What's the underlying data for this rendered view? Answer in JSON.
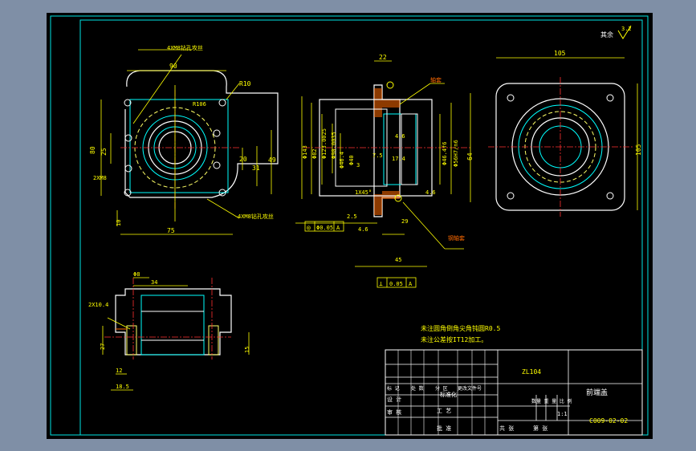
{
  "colors": {
    "background": "#7f8fa6",
    "sheet": "#000000",
    "frame": "#00e5e5",
    "outline": "#ffffff",
    "dimension": "#ffff00",
    "hidden": "#ffff66",
    "centerline": "#ff3030",
    "hatch": "#ff6a00",
    "inner": "#00ffff"
  },
  "roughness_note": "其余",
  "roughness_value": "3.2",
  "view_front": {
    "callout_top": "4XM8钻孔攻丝",
    "callout_bottom": "4XM8钻孔攻丝",
    "dim_top": "90",
    "dim_radius": "R10",
    "dim_hole": "R106",
    "dim_left_1": "80",
    "dim_left_2": "25",
    "dim_slot": "2XM8",
    "dim_bottom_small": "10",
    "dim_bottom": "75",
    "dim_right_1": "20",
    "dim_right_2": "31",
    "dim_right_3": "49"
  },
  "view_section": {
    "dim_top": "22",
    "dims_left": [
      "Φ143",
      "Φ82",
      "Φ123.0025",
      "Φ90.0035"
    ],
    "dims_inner": [
      "Φ46.4",
      "Φ40"
    ],
    "dims_mid": [
      "4.6",
      "7.5",
      "17.4",
      "3"
    ],
    "dims_right": [
      "Φ46.4f6",
      "Φ56H7/n6",
      "64"
    ],
    "chamfer": "1X45°",
    "dim_bottom_1": "2.5",
    "dim_bottom_2": "4.6",
    "dim_bottom_3": "29",
    "dim_bottom_4": "45",
    "dim_small_right": "4.6",
    "tol_frame_1": [
      "◎",
      "Φ0.05",
      "A"
    ],
    "tol_frame_2": [
      "⊥",
      "0.05",
      "A"
    ],
    "leader_top": "轴套",
    "leader_bottom": "钢轴套"
  },
  "view_side": {
    "dim_top": "105",
    "dim_right": "105"
  },
  "view_bottom": {
    "dim_top_1": "Φ8",
    "dim_top_2": "34",
    "dim_left_1": "2X10.4",
    "dim_left_2": "27",
    "dim_bottom_1": "12",
    "dim_bottom_2": "18.5",
    "dim_right": "15"
  },
  "notes": [
    "未注圆角倒角尖角钝圆R0.5",
    "未注公差按IT12加工。"
  ],
  "title_block": {
    "material": "ZL104",
    "part_name": "前端盖",
    "drawing_no": "C009-02-02",
    "scale": "1:1",
    "row_labels": [
      "标 记",
      "处 数",
      "分 区",
      "更改文件号"
    ],
    "design": "设 计",
    "review": "审 核",
    "process": "工 艺",
    "standard": "标准化",
    "approve": "批 准",
    "mass_header": "数量 重 量 比 例",
    "sheet_total": "共    张",
    "sheet_no": "第    张"
  }
}
